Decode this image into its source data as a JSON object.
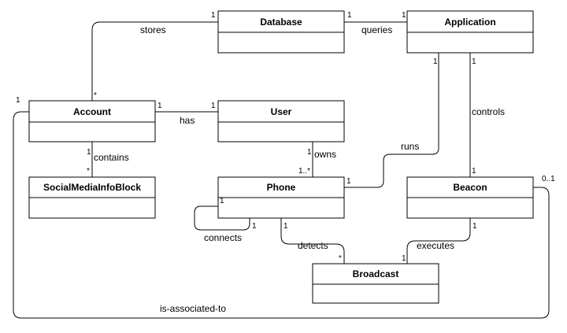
{
  "classes": {
    "database": "Database",
    "application": "Application",
    "account": "Account",
    "user": "User",
    "social": "SocialMediaInfoBlock",
    "phone": "Phone",
    "beacon": "Beacon",
    "broadcast": "Broadcast"
  },
  "associations": {
    "stores": {
      "label": "stores",
      "m1": "1",
      "m2": "*"
    },
    "queries": {
      "label": "queries",
      "m1": "1",
      "m2": "1"
    },
    "has": {
      "label": "has",
      "m1": "1",
      "m2": "1"
    },
    "contains": {
      "label": "contains",
      "m1": "1",
      "m2": "*"
    },
    "owns": {
      "label": "owns",
      "m1": "1",
      "m2": "1..*"
    },
    "runs": {
      "label": "runs",
      "m1": "1",
      "m2": "1"
    },
    "controls": {
      "label": "controls",
      "m1": "1",
      "m2": "1"
    },
    "connects": {
      "label": "connects",
      "m1": "1",
      "m2": "1"
    },
    "detects": {
      "label": "detects",
      "m1": "1",
      "m2": "*"
    },
    "executes": {
      "label": "executes",
      "m1": "1",
      "m2": "1"
    },
    "associated": {
      "label": "is-associated-to",
      "m1": "1",
      "m2": "0..1"
    }
  }
}
